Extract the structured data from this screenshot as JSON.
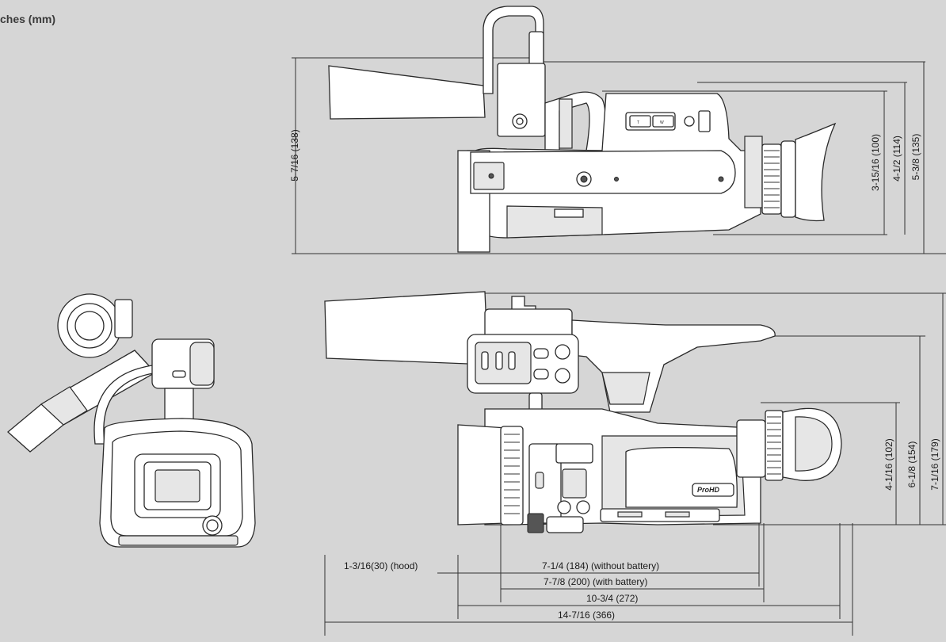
{
  "header": {
    "units_label": "ches (mm)"
  },
  "top_view": {
    "total_height": "5-7/16 (138)",
    "body_height": "3-15/16 (100)",
    "grip_height": "4-1/2 (114)",
    "overall_height": "5-3/8 (135)",
    "zoom_t": "T",
    "zoom_w": "W"
  },
  "side_view": {
    "height_102": "4-1/16 (102)",
    "height_154": "6-1/8 (154)",
    "height_179": "7-1/16 (179)",
    "hood_length": "1-3/16(30)  (hood)",
    "length_without_battery": "7-1/4 (184)  (without battery)",
    "length_with_battery": "7-7/8 (200)  (with battery)",
    "length_272": "10-3/4 (272)",
    "length_366": "14-7/16 (366)",
    "logo_text": "ProHD"
  }
}
